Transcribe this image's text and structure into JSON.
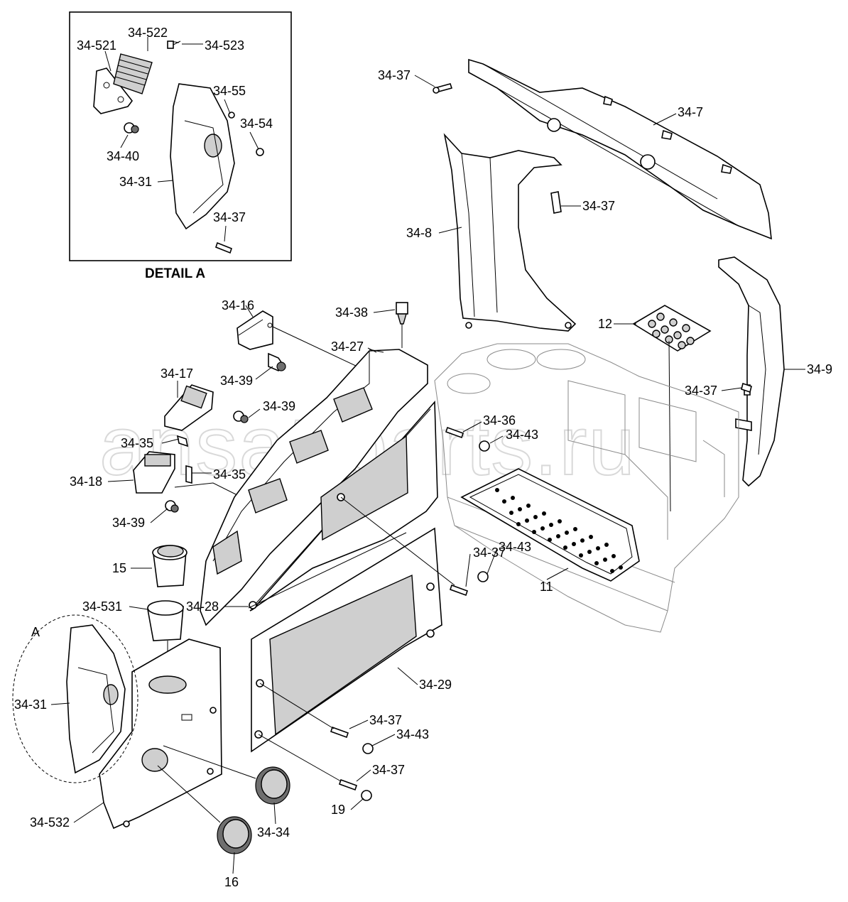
{
  "detail_box": {
    "caption": "DETAIL A",
    "marker": "A"
  },
  "watermark": "ansat-parts.ru",
  "labels": {
    "l_34_521": "34-521",
    "l_34_522": "34-522",
    "l_34_523": "34-523",
    "l_34_55": "34-55",
    "l_34_54": "34-54",
    "l_34_40": "34-40",
    "l_34_31_detail": "34-31",
    "l_34_37_detail": "34-37",
    "l_34_37_top": "34-37",
    "l_34_7": "34-7",
    "l_34_37_mid": "34-37",
    "l_34_8": "34-8",
    "l_12": "12",
    "l_34_9": "34-9",
    "l_34_37_right": "34-37",
    "l_34_16": "34-16",
    "l_34_38": "34-38",
    "l_34_27": "34-27",
    "l_34_39_a": "34-39",
    "l_34_17": "34-17",
    "l_34_39_b": "34-39",
    "l_34_36": "34-36",
    "l_34_43_a": "34-43",
    "l_34_35_a": "34-35",
    "l_34_35_b": "34-35",
    "l_34_18": "34-18",
    "l_34_39_c": "34-39",
    "l_15": "15",
    "l_34_37_c": "34-37",
    "l_34_43_b": "34-43",
    "l_34_531": "34-531",
    "l_34_28": "34-28",
    "l_11": "11",
    "l_34_31": "34-31",
    "l_34_29": "34-29",
    "l_34_37_d": "34-37",
    "l_34_43_c": "34-43",
    "l_34_37_e": "34-37",
    "l_19": "19",
    "l_34_532": "34-532",
    "l_34_34": "34-34",
    "l_16": "16"
  }
}
